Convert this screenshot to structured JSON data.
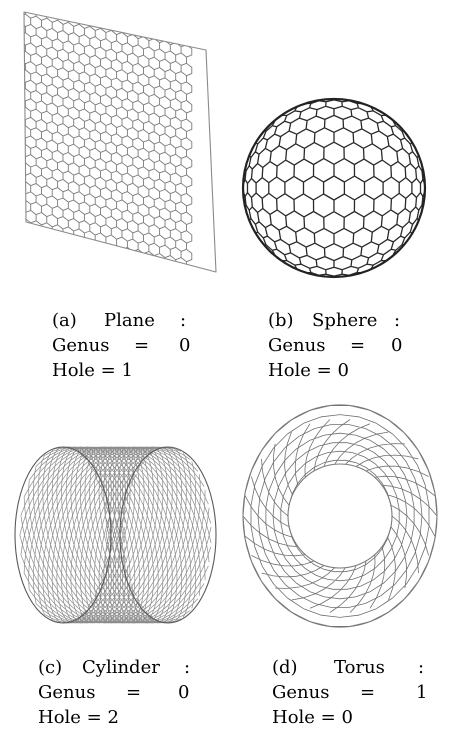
{
  "figures": [
    {
      "id": "a",
      "label": "(a)",
      "title": "Plane",
      "colon": ":",
      "genus_label": "Genus",
      "eq": "=",
      "genus_value": "0",
      "hole_text": "Hole = 1"
    },
    {
      "id": "b",
      "label": "(b)",
      "title": "Sphere",
      "colon": ":",
      "genus_label": "Genus",
      "eq": "=",
      "genus_value": "0",
      "hole_text": "Hole = 0"
    },
    {
      "id": "c",
      "label": "(c)",
      "title": "Cylinder",
      "colon": ":",
      "genus_label": "Genus",
      "eq": "=",
      "genus_value": "0",
      "hole_text": "Hole = 2"
    },
    {
      "id": "d",
      "label": "(d)",
      "title": "Torus",
      "colon": ":",
      "genus_label": "Genus",
      "eq": "=",
      "genus_value": "1",
      "hole_text": "Hole = 0"
    }
  ]
}
